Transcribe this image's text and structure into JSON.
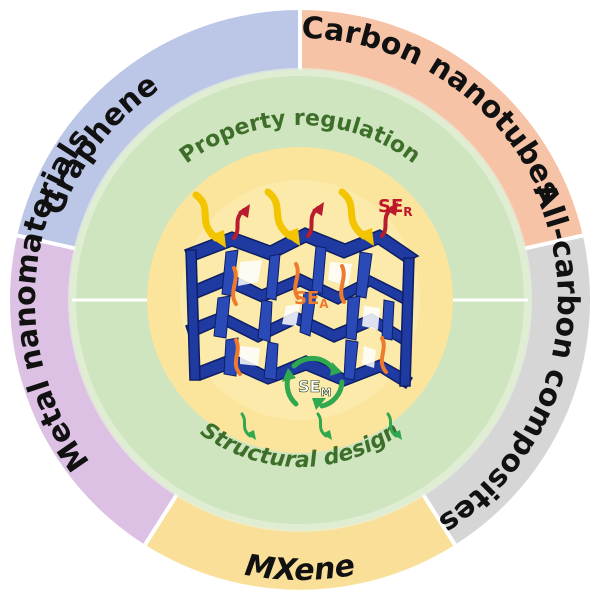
{
  "outer_segments": [
    {
      "label": "Graphene",
      "color": "#bcc6e6"
    },
    {
      "label": "Carbon nanotubes",
      "color": "#f6c3a6"
    },
    {
      "label": "All-carbon composites",
      "color": "#d6d6d6"
    },
    {
      "label": "MXene",
      "color": "#fadf98"
    },
    {
      "label": "Metal nanomaterials",
      "color": "#dcc1e4"
    }
  ],
  "middle_ring": {
    "top_label": "Property regulation",
    "bottom_label": "Structural design",
    "color": "#cfe5bf"
  },
  "center": {
    "color": "#fbe49c",
    "reflection": {
      "main": "SE",
      "sub": "R",
      "color": "#c0162a"
    },
    "absorption": {
      "main": "SE",
      "sub": "A",
      "color": "#ee7a2e"
    },
    "multiple_reflection": {
      "main": "SE",
      "sub": "M",
      "color": "#ffffff"
    }
  }
}
